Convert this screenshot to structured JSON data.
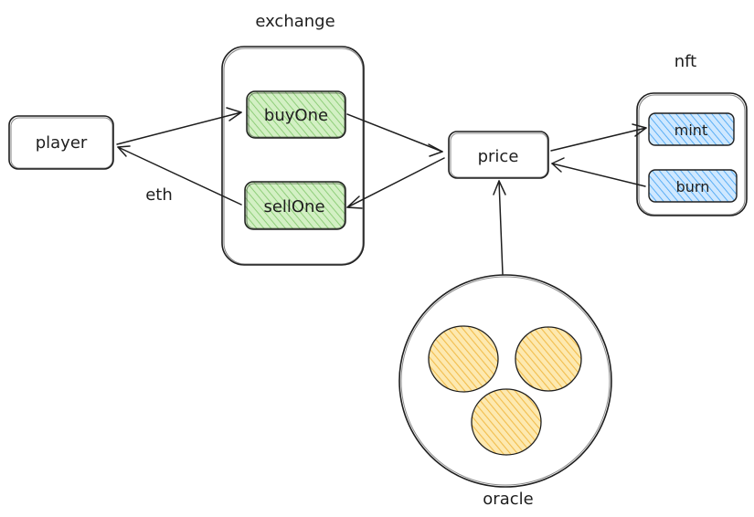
{
  "labels": {
    "exchange": "exchange",
    "nft": "nft",
    "player": "player",
    "buy_one": "buyOne",
    "sell_one": "sellOne",
    "price": "price",
    "mint": "mint",
    "burn": "burn",
    "eth": "eth",
    "oracle": "oracle"
  },
  "colors": {
    "stroke": "#1e1e1e",
    "green_fill": "#b2f2bb",
    "green_hatch": "#7fc97f",
    "blue_fill": "#a5d8ff",
    "blue_hatch": "#4dabf7",
    "yellow_fill": "#ffec99",
    "yellow_hatch": "#f5c35a"
  }
}
